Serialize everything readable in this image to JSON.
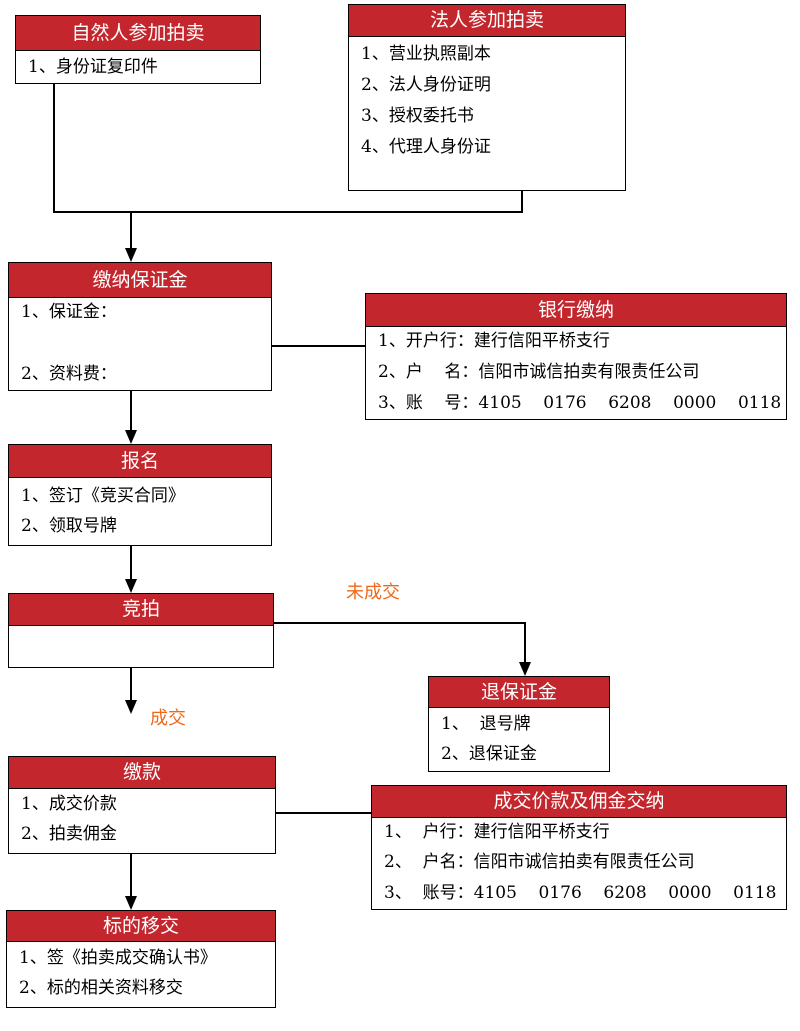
{
  "natural_person": {
    "title": "自然人参加拍卖",
    "items": [
      "1、身份证复印件"
    ]
  },
  "legal_person": {
    "title": "法人参加拍卖",
    "items": [
      "1、营业执照副本",
      "2、法人身份证明",
      "3、授权委托书",
      "4、代理人身份证"
    ]
  },
  "deposit": {
    "title": "缴纳保证金",
    "items": [
      "1、保证金：",
      "2、资料费："
    ]
  },
  "bank_payment": {
    "title": "银行缴纳",
    "items": [
      "1、开户行：建行信阳平桥支行",
      "2、户    名：信阳市诚信拍卖有限责任公司",
      "3、账    号：4105    0176    6208    0000    0118"
    ]
  },
  "register": {
    "title": "报名",
    "items": [
      "1、签订《竞买合同》",
      "2、领取号牌"
    ]
  },
  "bidding": {
    "title": "竞拍"
  },
  "labels": {
    "not_deal": "未成交",
    "deal": "成交"
  },
  "refund": {
    "title": "退保证金",
    "items": [
      "1、  退号牌",
      "2、退保证金"
    ]
  },
  "payment": {
    "title": "缴款",
    "items": [
      "1、成交价款",
      "2、拍卖佣金"
    ]
  },
  "deal_payment": {
    "title": "成交价款及佣金交纳",
    "items": [
      "1、  户行：建行信阳平桥支行",
      "2、  户名：信阳市诚信拍卖有限责任公司",
      "3、  账号：4105    0176    6208    0000    0118"
    ]
  },
  "handover": {
    "title": "标的移交",
    "items": [
      "1、签《拍卖成交确认书》",
      "2、标的相关资料移交"
    ]
  },
  "colors": {
    "header": "#c3262c",
    "label": "#ee6a1a"
  }
}
